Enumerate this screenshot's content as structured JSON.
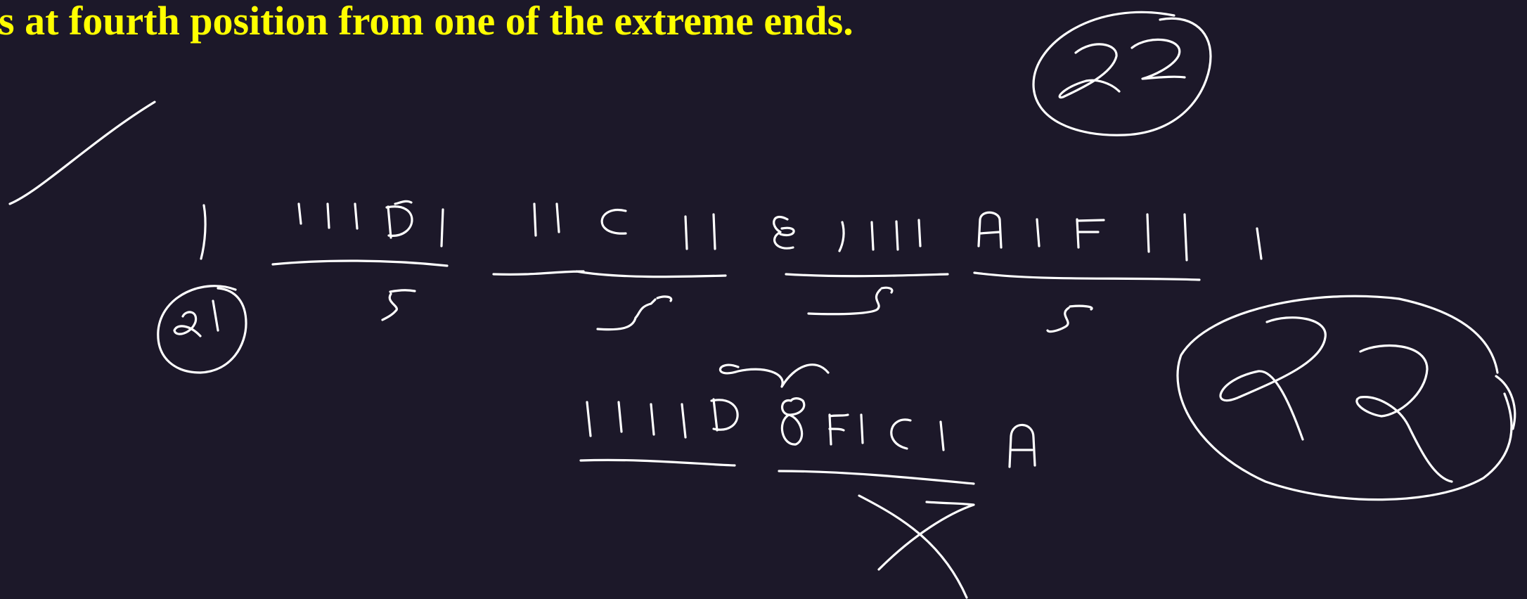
{
  "slide": {
    "header_text": "s at fourth position from one of the extreme ends.",
    "text_color": "#ffff00",
    "background_color": "#1c1829",
    "ink_color": "#ffffff"
  },
  "handwriting": {
    "annotations": [
      "22",
      "21",
      "22"
    ],
    "row_one_letters": [
      "D",
      "C",
      "B",
      "A",
      "F"
    ],
    "row_one_group_counts": [
      "5",
      "5",
      "5",
      "5"
    ],
    "row_two_letters": [
      "D",
      "B",
      "F",
      "C",
      "A"
    ]
  }
}
